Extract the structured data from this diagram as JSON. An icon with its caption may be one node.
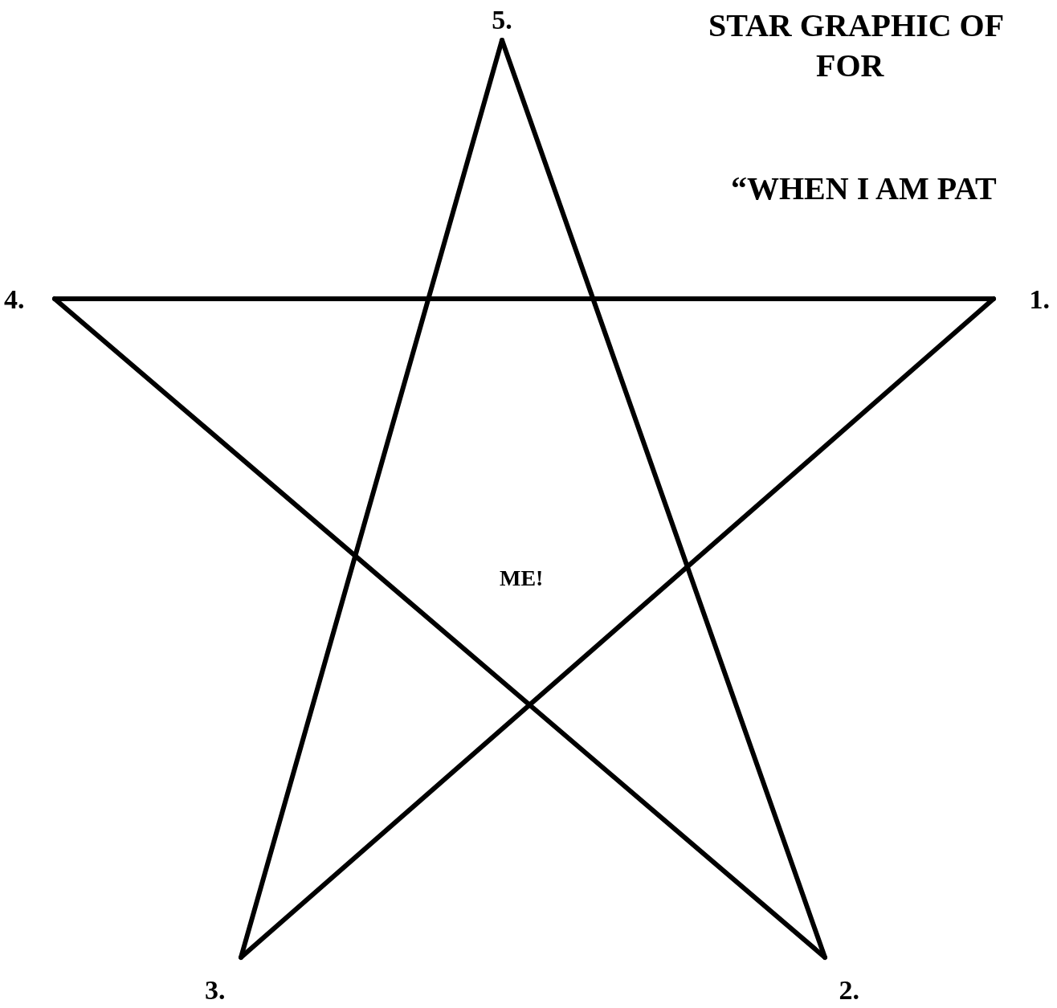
{
  "diagram": {
    "nodes": [
      {
        "text": [
          "1."
        ]
      },
      {
        "text": [
          "2."
        ]
      },
      {
        "text": [
          "3."
        ]
      },
      {
        "text": [
          "4."
        ]
      },
      {
        "text": [
          "5."
        ]
      }
    ],
    "edges": [
      {
        "from": 3,
        "to": 0,
        "arrow": "none"
      },
      {
        "from": 0,
        "to": 2,
        "arrow": "none"
      },
      {
        "from": 2,
        "to": 4,
        "arrow": "none"
      },
      {
        "from": 4,
        "to": 1,
        "arrow": "none"
      },
      {
        "from": 1,
        "to": 3,
        "arrow": "none"
      }
    ],
    "labels": [
      "STAR GRAPHIC OF",
      "FOR",
      "“WHEN I AM PAT",
      "ME!"
    ]
  }
}
